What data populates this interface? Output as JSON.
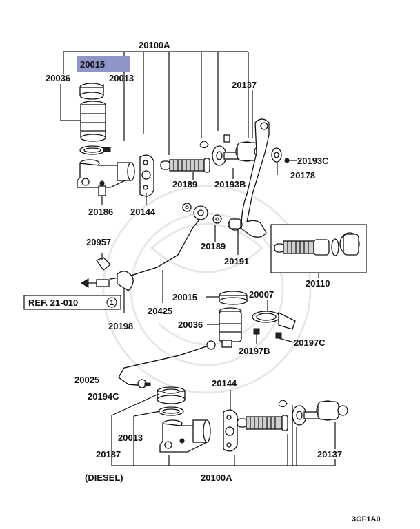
{
  "highlight_color": "#8f95c8",
  "labels": {
    "a20100A_top": "20100A",
    "a20036_top": "20036",
    "a20015_top": "20015",
    "a20013_top": "20013",
    "a20137_top": "20137",
    "a20193C": "20193C",
    "a20178": "20178",
    "a20189_a": "20189",
    "a20193B": "20193B",
    "a20186": "20186",
    "a20144_top": "20144",
    "a20957": "20957",
    "a20189_b": "20189",
    "a20191": "20191",
    "a20110": "20110",
    "ref": "REF. 21-010",
    "ref_num": "1",
    "a20198": "20198",
    "a20425": "20425",
    "a20015_mid": "20015",
    "a20007": "20007",
    "a20036_mid": "20036",
    "a20197B": "20197B",
    "a20197C": "20197C",
    "a20025": "20025",
    "a20194C": "20194C",
    "a20144_bot": "20144",
    "a20013_bot": "20013",
    "a20187": "20187",
    "a20137_bot": "20137",
    "diesel": "(DIESEL)",
    "a20100A_bot": "20100A",
    "code": "3GF1A0"
  }
}
